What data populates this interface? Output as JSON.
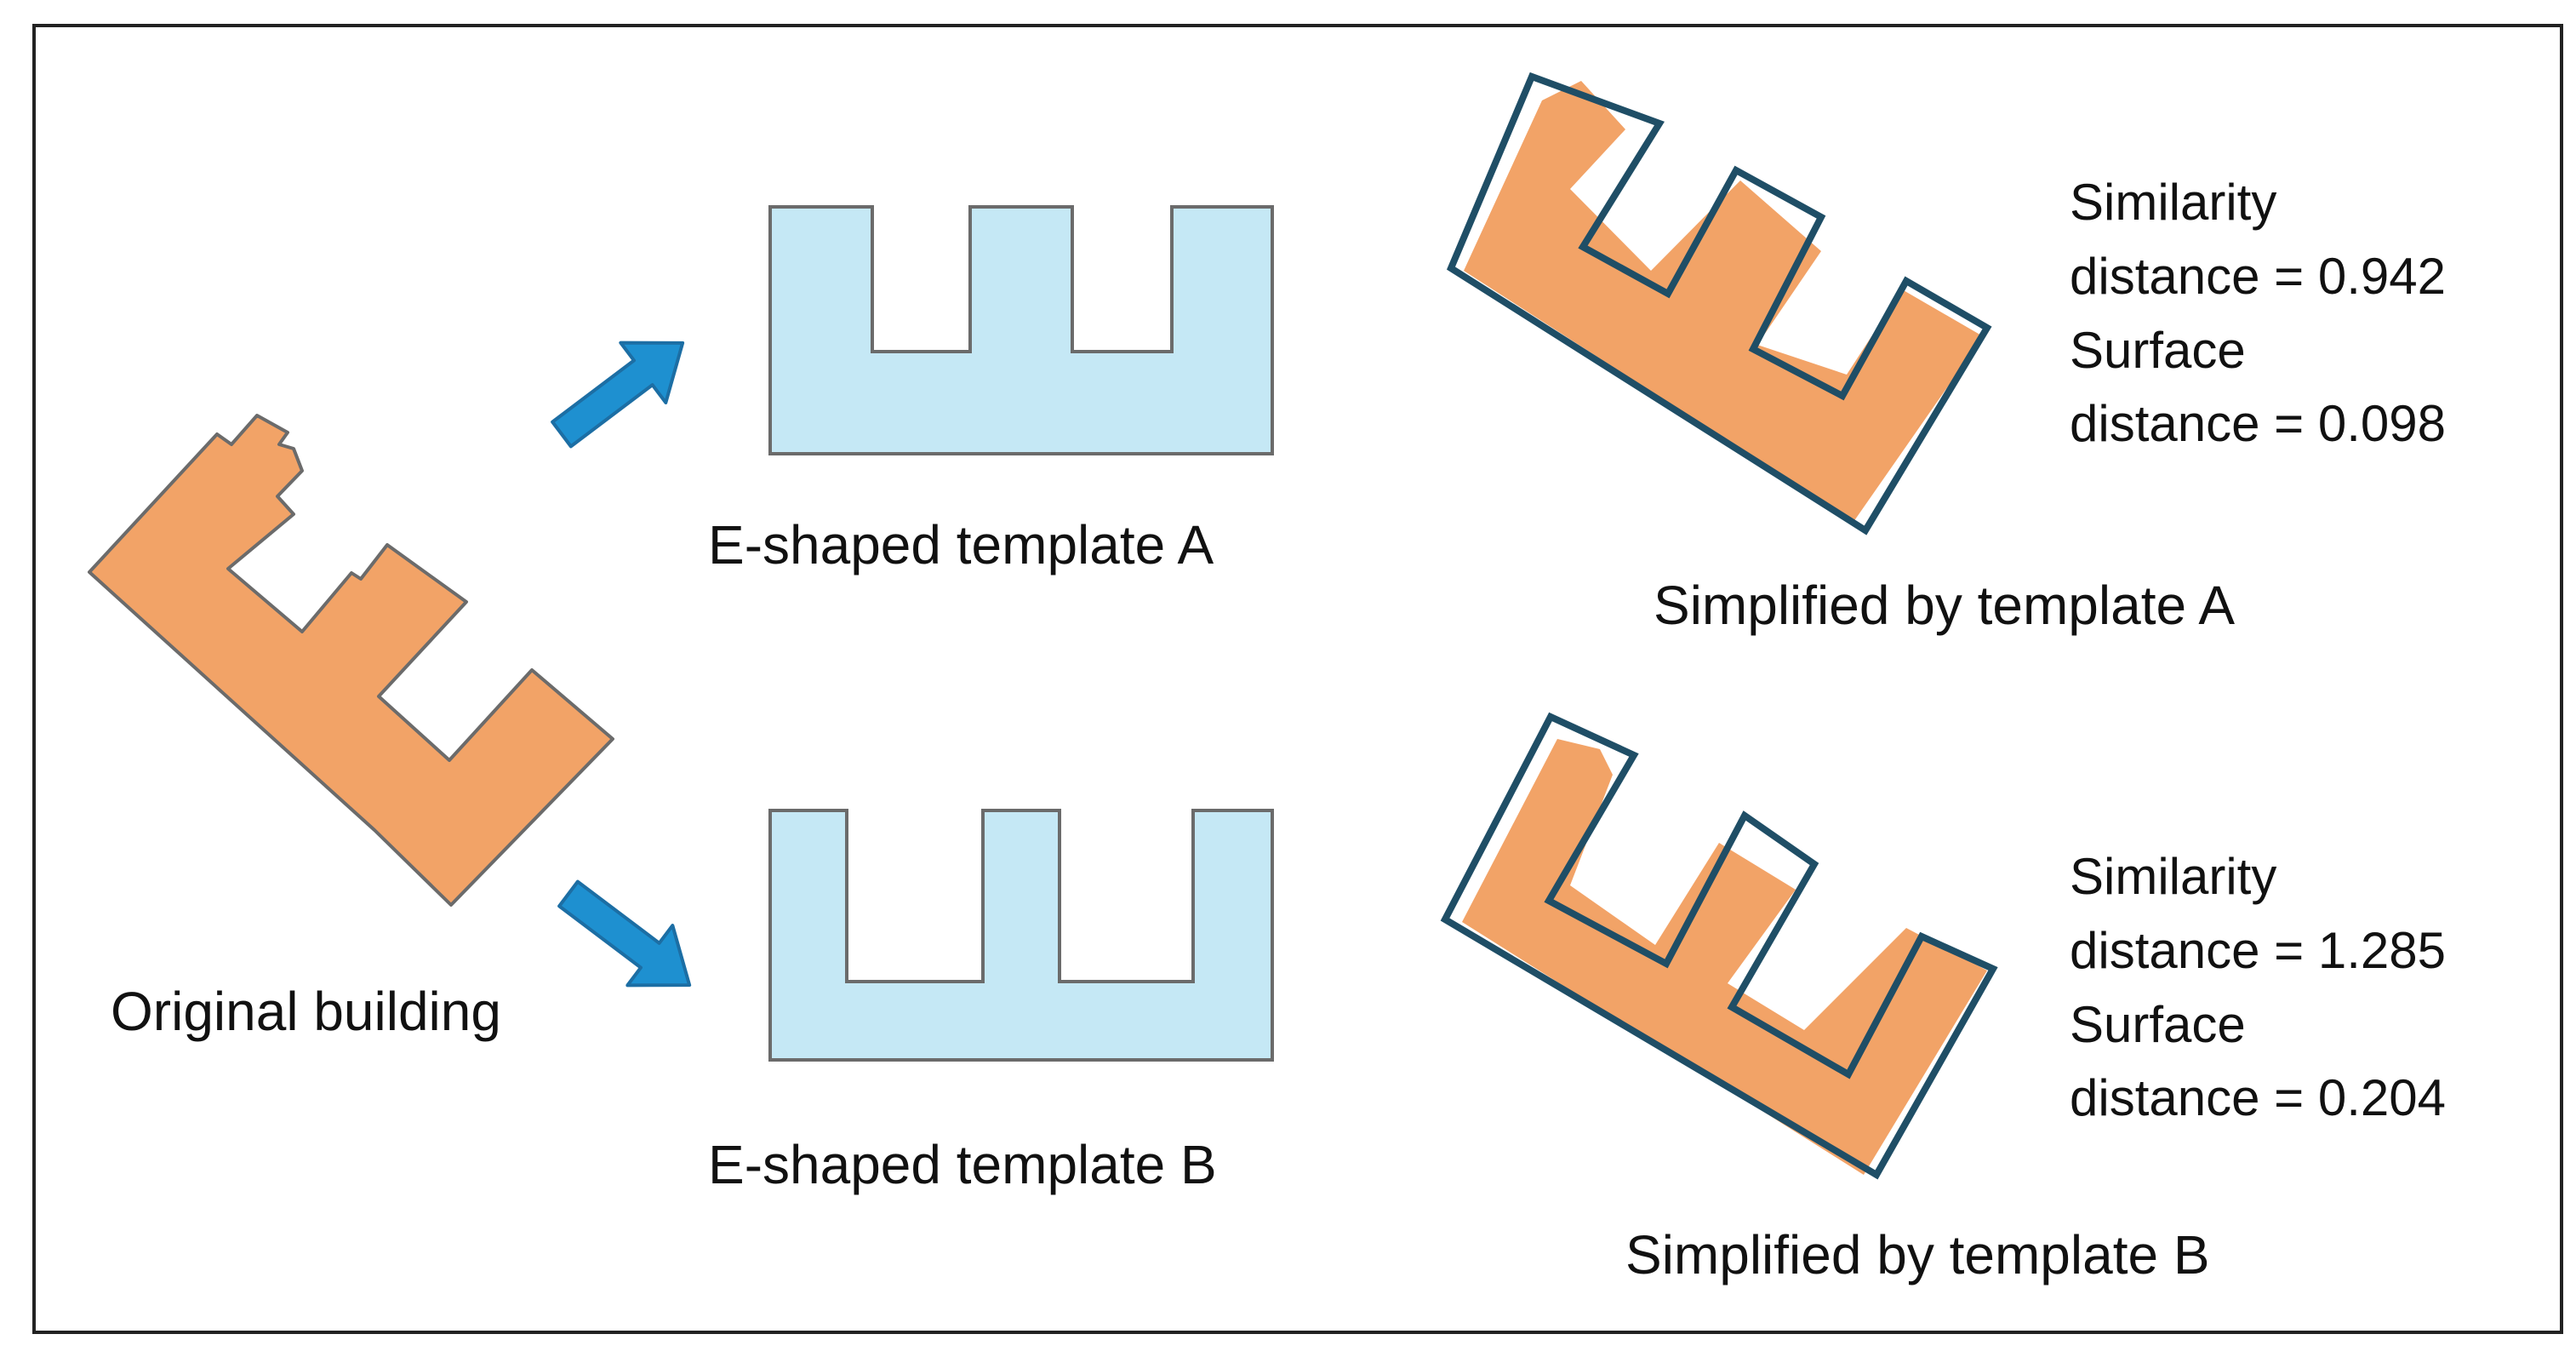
{
  "diagram": {
    "original_label": "Original building",
    "template_a_label": "E-shaped template A",
    "template_b_label": "E-shaped template B",
    "result_a_label": "Simplified by template A",
    "result_b_label": "Simplified by template B",
    "result_a_metrics": {
      "similarity_line1": "Similarity",
      "similarity_line2": "distance = 0.942",
      "surface_line1": "Surface",
      "surface_line2": "distance = 0.098"
    },
    "result_b_metrics": {
      "similarity_line1": "Similarity",
      "similarity_line2": "distance = 1.285",
      "surface_line1": "Surface",
      "surface_line2": "distance = 0.204"
    },
    "colors": {
      "building_fill": "#F2A367",
      "template_fill": "#C5E8F5",
      "outline_gray": "#6B6B6B",
      "result_outline": "#1F4E66",
      "arrow_fill": "#1E90D0",
      "arrow_stroke": "#1C6EA4",
      "frame": "#222222"
    }
  }
}
